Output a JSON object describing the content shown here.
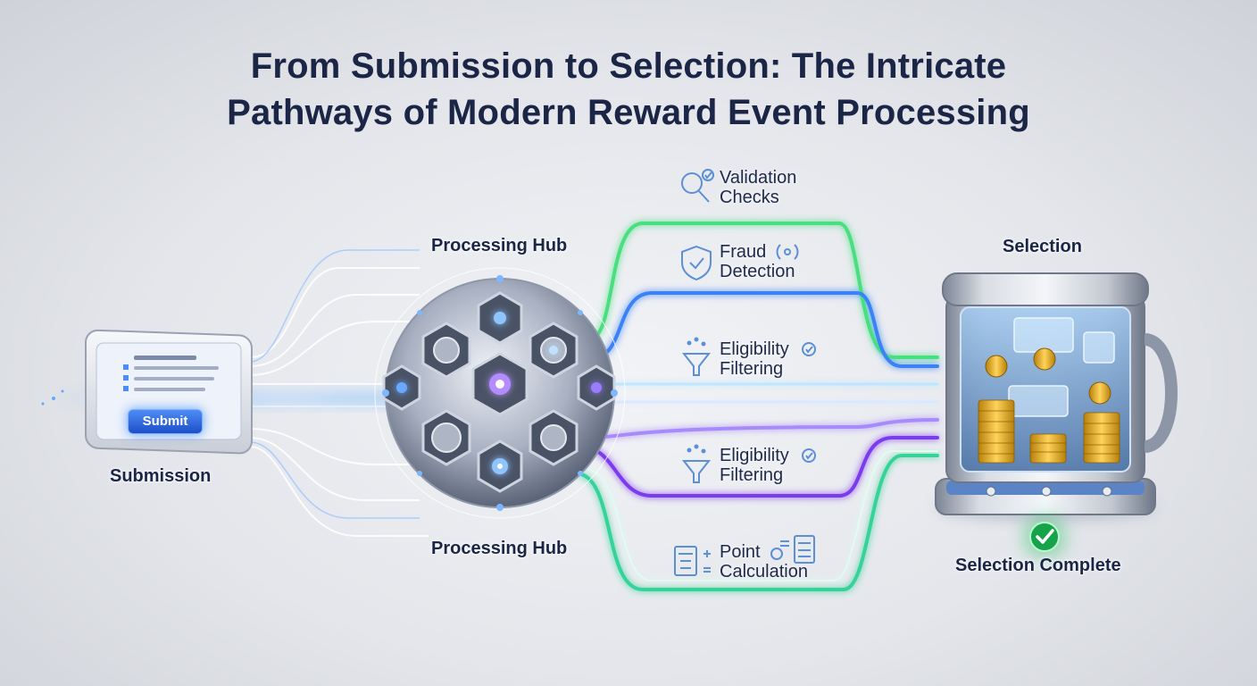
{
  "title": {
    "line1": "From Submission to Selection: The Intricate",
    "line2": "Pathways of Modern Reward Event Processing"
  },
  "labels": {
    "submission": "Submission",
    "hub_top": "Processing Hub",
    "hub_bottom": "Processing Hub",
    "selection": "Selection",
    "selection_complete": "Selection Complete"
  },
  "submit_button": "Submit",
  "stages": {
    "validation": {
      "line1": "Validation",
      "line2": "Checks"
    },
    "fraud": {
      "line1": "Fraud",
      "line2": "Detection"
    },
    "eligibility_1": {
      "line1": "Eligibility",
      "line2": "Filtering"
    },
    "eligibility_2": {
      "line1": "Eligibility",
      "line2": "Filtering"
    },
    "point": {
      "line1": "Point",
      "line2": "Calculation"
    }
  },
  "icons": [
    "magnifier-check-icon",
    "shield-icon",
    "signal-icon",
    "funnel-icon",
    "check-circle-icon",
    "calculator-icon",
    "coin-icon"
  ],
  "colors": {
    "blue_path": "#3b82f6",
    "green_path": "#34d399",
    "purple_path": "#8b5cf6",
    "teal_path": "#5eead4",
    "coin_gold": "#e6a917",
    "complete_green": "#22c55e"
  }
}
